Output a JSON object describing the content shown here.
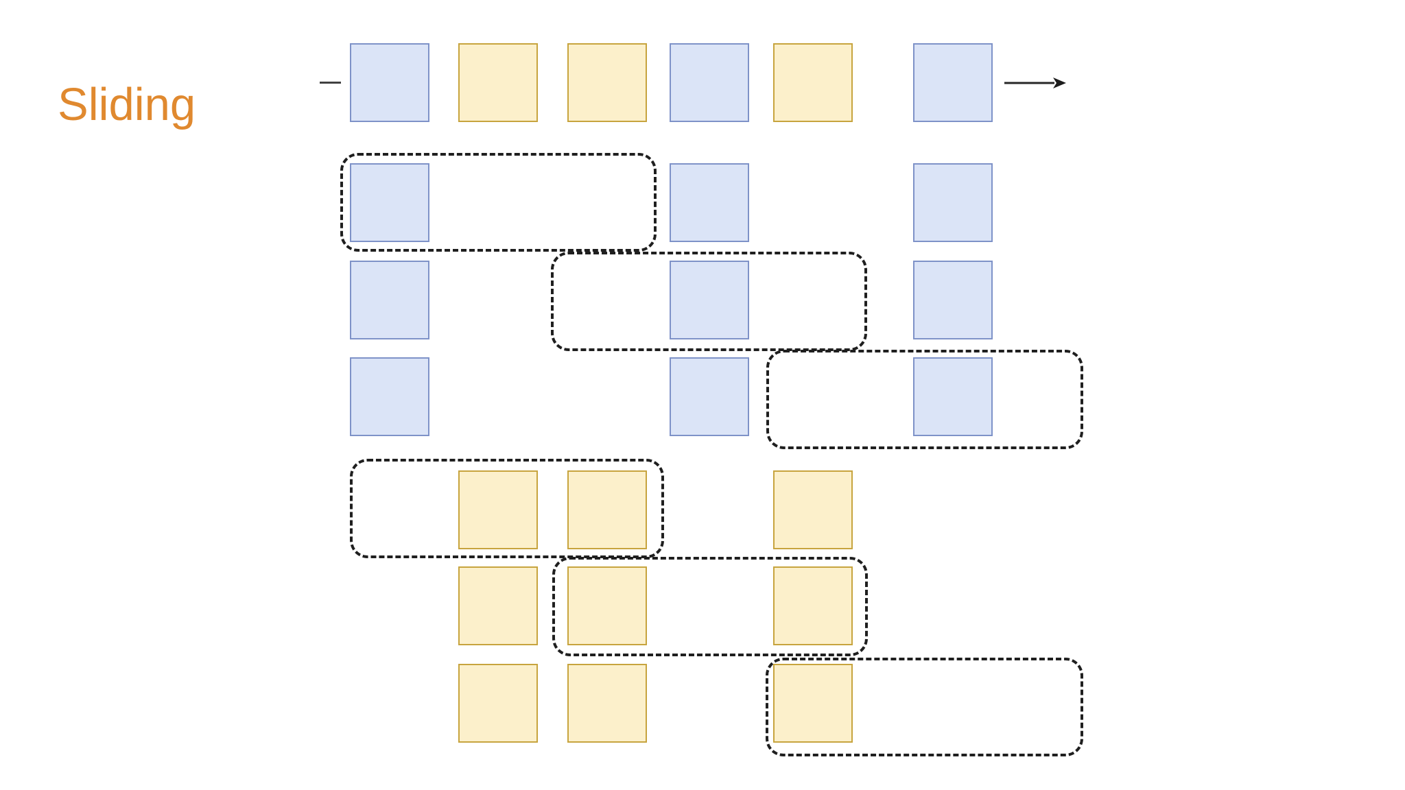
{
  "slide": {
    "title": "Sliding"
  },
  "colors": {
    "background": "#FFFFFF",
    "title_color": "#E0892F",
    "blue_fill": "#DBE4F7",
    "blue_border": "#7E92C8",
    "yellow_fill": "#FCF0CB",
    "yellow_border": "#C7A43E",
    "window_dash": "#1F1F1F",
    "arrow": "#262626"
  },
  "diagram": {
    "columns": 6,
    "rows": 7,
    "tokens": [
      {
        "row": 1,
        "col": 1,
        "color": "blue"
      },
      {
        "row": 1,
        "col": 2,
        "color": "yellow"
      },
      {
        "row": 1,
        "col": 3,
        "color": "yellow"
      },
      {
        "row": 1,
        "col": 4,
        "color": "blue"
      },
      {
        "row": 1,
        "col": 5,
        "color": "yellow"
      },
      {
        "row": 1,
        "col": 6,
        "color": "blue"
      },
      {
        "row": 2,
        "col": 1,
        "color": "blue"
      },
      {
        "row": 2,
        "col": 4,
        "color": "blue"
      },
      {
        "row": 2,
        "col": 6,
        "color": "blue"
      },
      {
        "row": 3,
        "col": 1,
        "color": "blue"
      },
      {
        "row": 3,
        "col": 4,
        "color": "blue"
      },
      {
        "row": 3,
        "col": 6,
        "color": "blue"
      },
      {
        "row": 4,
        "col": 1,
        "color": "blue"
      },
      {
        "row": 4,
        "col": 4,
        "color": "blue"
      },
      {
        "row": 4,
        "col": 6,
        "color": "blue"
      },
      {
        "row": 5,
        "col": 2,
        "color": "yellow"
      },
      {
        "row": 5,
        "col": 3,
        "color": "yellow"
      },
      {
        "row": 5,
        "col": 5,
        "color": "yellow"
      },
      {
        "row": 6,
        "col": 2,
        "color": "yellow"
      },
      {
        "row": 6,
        "col": 3,
        "color": "yellow"
      },
      {
        "row": 6,
        "col": 5,
        "color": "yellow"
      },
      {
        "row": 7,
        "col": 2,
        "color": "yellow"
      },
      {
        "row": 7,
        "col": 3,
        "color": "yellow"
      },
      {
        "row": 7,
        "col": 5,
        "color": "yellow"
      }
    ],
    "windows": [
      {
        "id": "w2",
        "row": 2,
        "covers_positions": "1-3"
      },
      {
        "id": "w3",
        "row": 3,
        "covers_positions": "3-5"
      },
      {
        "id": "w4",
        "row": 4,
        "covers_positions": "5-7"
      },
      {
        "id": "w5",
        "row": 5,
        "covers_positions": "1-3"
      },
      {
        "id": "w6",
        "row": 6,
        "covers_positions": "3-5"
      },
      {
        "id": "w7",
        "row": 7,
        "covers_positions": "5-7"
      }
    ],
    "markers": {
      "sequence_start_dash": "—",
      "sequence_direction": "right"
    }
  }
}
